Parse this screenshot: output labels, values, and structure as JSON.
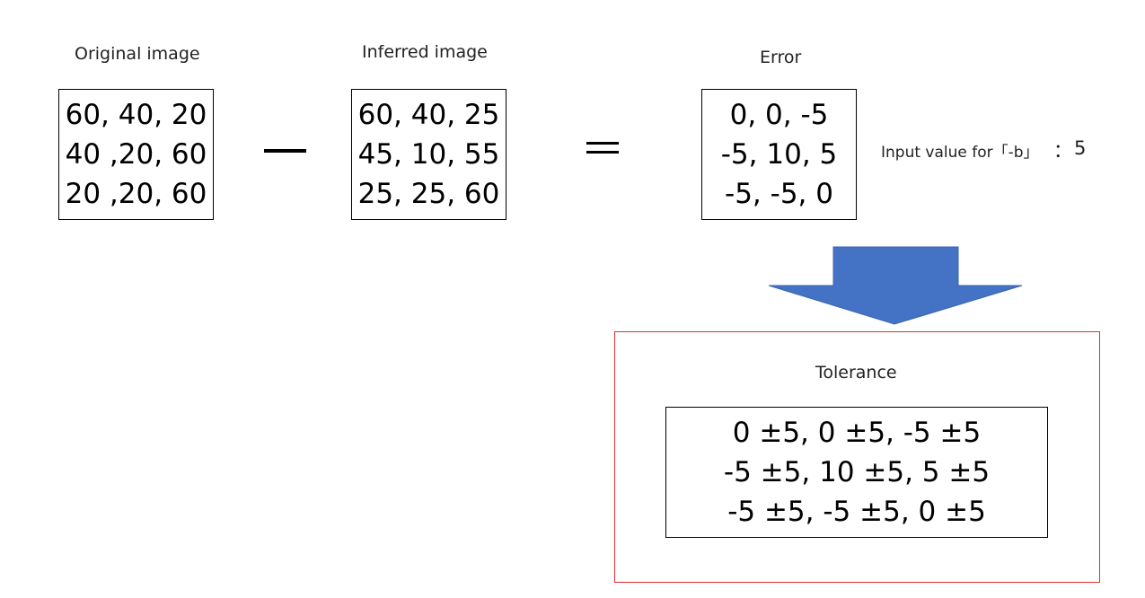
{
  "original": {
    "label": "Original image",
    "rows": [
      "60, 40, 20",
      "40 ,20, 60",
      "20 ,20, 60"
    ]
  },
  "inferred": {
    "label": "Inferred image",
    "rows": [
      "60, 40, 25",
      "45, 10, 55",
      "25, 25, 60"
    ]
  },
  "error": {
    "label": "Error",
    "rows": [
      "0, 0, -5",
      "-5, 10, 5",
      "-5, -5, 0"
    ]
  },
  "b_input": {
    "label": "Input value for「-b」",
    "separator": "：",
    "value": "5"
  },
  "tolerance": {
    "label": "Tolerance",
    "rows": [
      "0 ±5, 0 ±5, -5 ±5",
      "-5 ±5, 10 ±5, 5 ±5",
      "-5 ±5, -5 ±5, 0 ±5"
    ]
  },
  "colors": {
    "arrow_fill": "#4472c4",
    "frame_border": "#e03030"
  }
}
